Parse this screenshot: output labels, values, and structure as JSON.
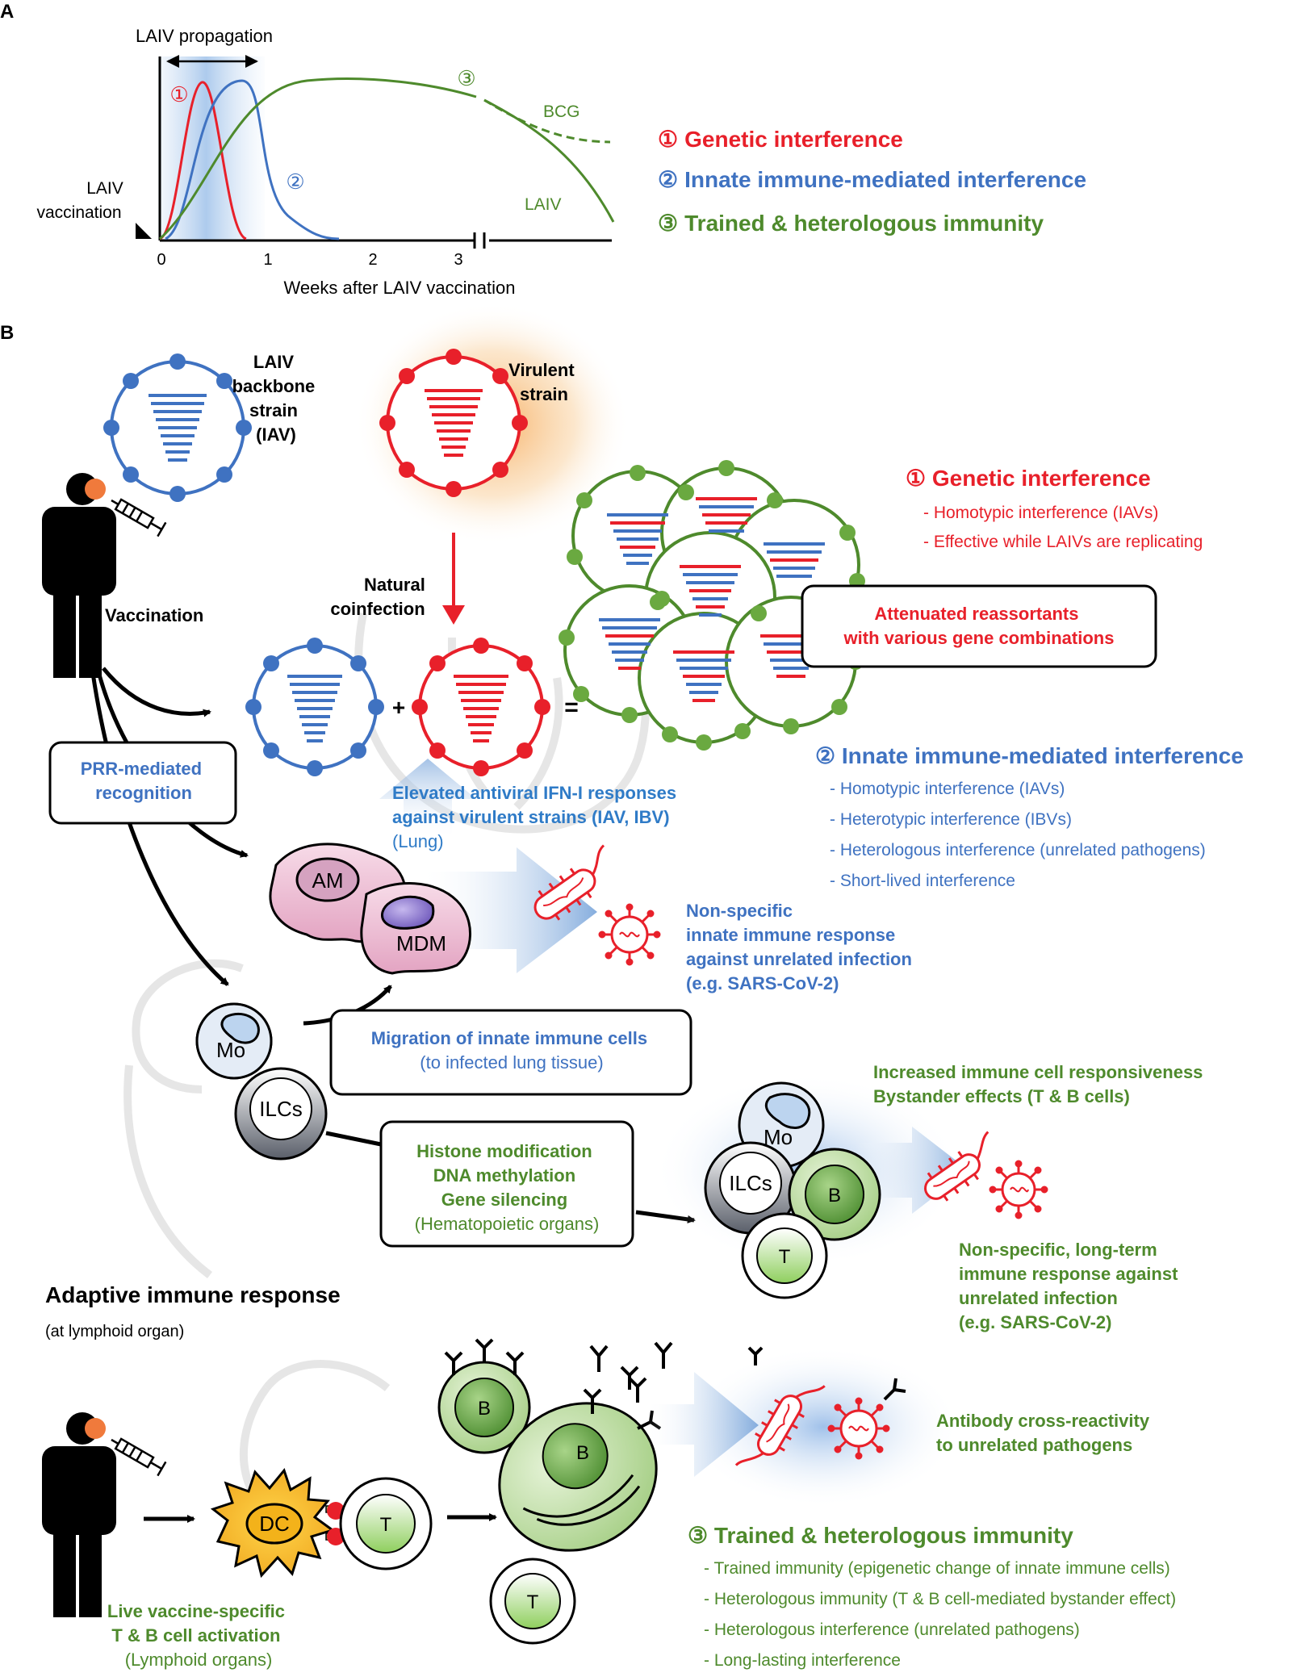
{
  "panelA": {
    "label": "A",
    "propagation": "LAIV propagation",
    "vacc1": "LAIV",
    "vacc2": "vaccination",
    "bcg": "BCG",
    "laiv": "LAIV",
    "xaxis": "Weeks after LAIV vaccination",
    "ticks": [
      "0",
      "1",
      "2",
      "3"
    ],
    "num1": "①",
    "num2": "②",
    "num3": "③",
    "legend": [
      {
        "num": "①",
        "text": "Genetic interference",
        "color": "#e8202a"
      },
      {
        "num": "②",
        "text": "Innate immune-mediated interference",
        "color": "#3f72c1"
      },
      {
        "num": "③",
        "text": "Trained & heterologous immunity",
        "color": "#4e8a2c"
      }
    ]
  },
  "panelB": {
    "label": "B",
    "laivStrain": [
      "LAIV",
      "backbone",
      "strain",
      "(IAV)"
    ],
    "virulent": [
      "Virulent",
      "strain"
    ],
    "vaccination": "Vaccination",
    "coinfection": [
      "Natural",
      "coinfection"
    ],
    "plus": "+",
    "equals": "=",
    "reassortants": [
      "Attenuated  reassortants",
      "with various gene combinations"
    ],
    "genetic": {
      "title": "① Genetic interference",
      "items": [
        "- Homotypic interference (IAVs)",
        "- Effective while LAIVs are replicating"
      ]
    },
    "innate": {
      "title": "② Innate immune-mediated interference",
      "items": [
        "- Homotypic interference (IAVs)",
        "- Heterotypic interference (IBVs)",
        "- Heterologous interference (unrelated pathogens)",
        "- Short-lived interference"
      ]
    },
    "prr": [
      "PRR-mediated",
      "recognition"
    ],
    "ifn": [
      "Elevated antiviral IFN-I responses",
      "against virulent strains (IAV, IBV)",
      "(Lung)"
    ],
    "cells": {
      "am": "AM",
      "mdm": "MDM",
      "mo": "Mo",
      "ilcs": "ILCs",
      "b": "B",
      "t": "T",
      "dc": "DC"
    },
    "nonspecific": [
      "Non-specific",
      "innate immune response",
      "against unrelated infection",
      "(e.g. SARS-CoV-2)"
    ],
    "migration": [
      "Migration of innate immune cells",
      "(to infected lung tissue)"
    ],
    "histone": [
      "Histone modification",
      "DNA methylation",
      "Gene silencing",
      "(Hematopoietic organs)"
    ],
    "increased": [
      "Increased immune cell responsiveness",
      "Bystander effects (T & B cells)"
    ],
    "longterm": [
      "Non-specific, long-term",
      "immune response against",
      "unrelated infection",
      "(e.g. SARS-CoV-2)"
    ],
    "adaptive": {
      "title": "Adaptive immune response",
      "sub": "(at lymphoid organ)"
    },
    "antibody": [
      "Antibody cross-reactivity",
      "to unrelated pathogens"
    ],
    "live": [
      "Live vaccine-specific",
      "T & B cell activation",
      "(Lymphoid organs)"
    ],
    "trained": {
      "title": "③ Trained & heterologous immunity",
      "items": [
        "- Trained immunity (epigenetic change of innate immune cells)",
        "- Heterologous immunity (T & B cell-mediated bystander effect)",
        "- Heterologous interference (unrelated pathogens)",
        "- Long-lasting interference"
      ]
    }
  },
  "colors": {
    "red": "#e8202a",
    "blue": "#3f72c1",
    "green": "#4e8a2c",
    "lightblue": "#2f7bc7"
  }
}
